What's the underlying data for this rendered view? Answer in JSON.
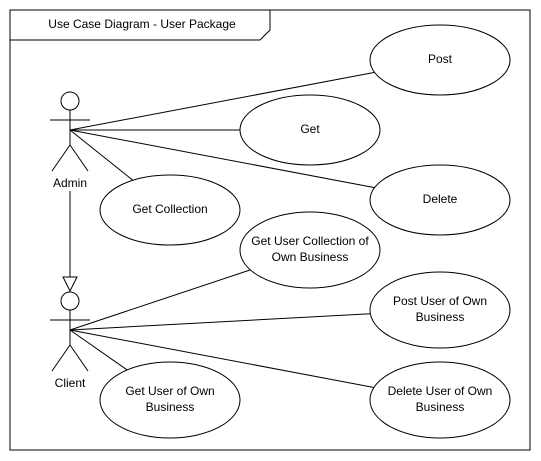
{
  "frame": {
    "title": "Use Case Diagram - User Package"
  },
  "actors": [
    {
      "id": "admin",
      "label": "Admin"
    },
    {
      "id": "client",
      "label": "Client"
    }
  ],
  "use_cases": [
    {
      "id": "post",
      "lines": [
        "Post"
      ]
    },
    {
      "id": "get",
      "lines": [
        "Get"
      ]
    },
    {
      "id": "delete",
      "lines": [
        "Delete"
      ]
    },
    {
      "id": "get-collection",
      "lines": [
        "Get Collection"
      ]
    },
    {
      "id": "get-user-collection-own-business",
      "lines": [
        "Get User Collection of",
        "Own Business"
      ]
    },
    {
      "id": "post-user-own-business",
      "lines": [
        "Post User of Own",
        "Business"
      ]
    },
    {
      "id": "get-user-own-business",
      "lines": [
        "Get User of Own",
        "Business"
      ]
    },
    {
      "id": "delete-user-own-business",
      "lines": [
        "Delete User of Own",
        "Business"
      ]
    }
  ],
  "associations": [
    {
      "from": "admin",
      "to": "post"
    },
    {
      "from": "admin",
      "to": "get"
    },
    {
      "from": "admin",
      "to": "delete"
    },
    {
      "from": "admin",
      "to": "get-collection"
    },
    {
      "from": "client",
      "to": "get-user-collection-own-business"
    },
    {
      "from": "client",
      "to": "post-user-own-business"
    },
    {
      "from": "client",
      "to": "get-user-own-business"
    },
    {
      "from": "client",
      "to": "delete-user-own-business"
    }
  ],
  "generalizations": [
    {
      "from": "admin",
      "to": "client"
    }
  ]
}
